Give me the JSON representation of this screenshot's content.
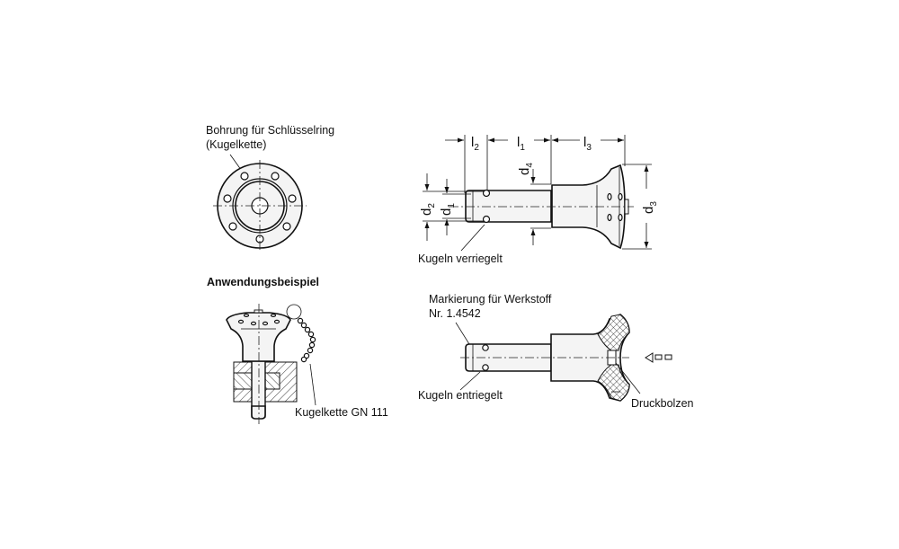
{
  "drawing": {
    "front_view": {
      "callout": [
        "Bohrung für Schlüsselring",
        "(Kugelkette)"
      ]
    },
    "side_view": {
      "dimensions": {
        "l1": "l",
        "l1_sub": "1",
        "l2": "l",
        "l2_sub": "2",
        "l3": "l",
        "l3_sub": "3",
        "d1": "d",
        "d1_sub": "1",
        "d2": "d",
        "d2_sub": "2",
        "d3": "d",
        "d3_sub": "3",
        "d4": "d",
        "d4_sub": "4"
      },
      "callout": "Kugeln verriegelt"
    },
    "application": {
      "title": "Anwendungsbeispiel",
      "callout": "Kugelkette GN 111"
    },
    "section_view": {
      "callout_marking": [
        "Markierung für Werkstoff",
        "Nr. 1.4542"
      ],
      "callout_balls": "Kugeln entriegelt",
      "callout_pin": "Druckbolzen",
      "direction_icon": "push-direction-arrow-icon"
    }
  }
}
